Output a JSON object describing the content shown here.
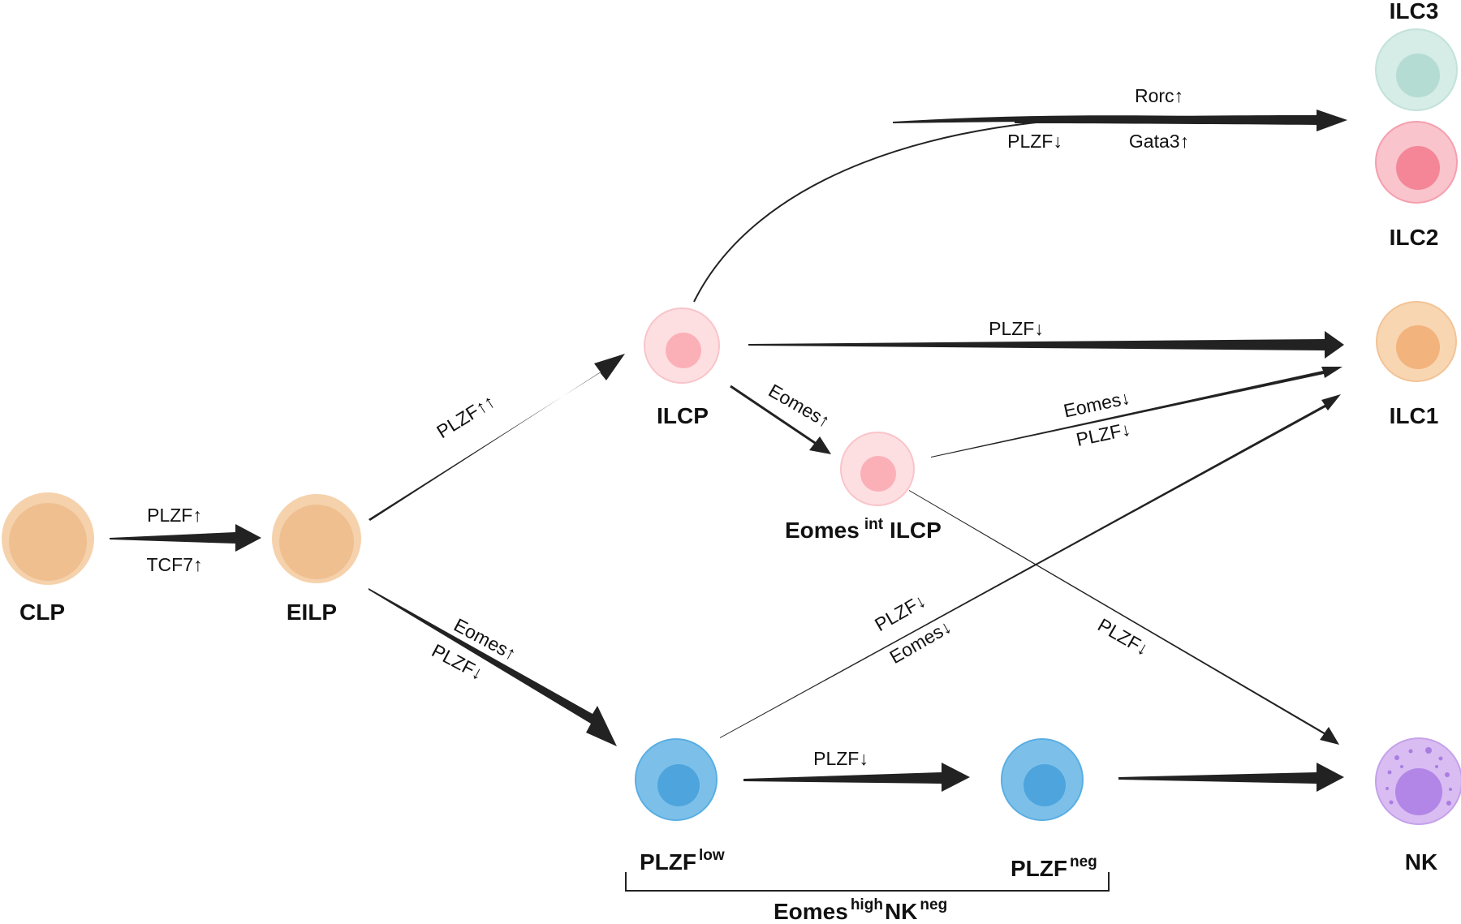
{
  "nodes": {
    "clp": {
      "label": "CLP"
    },
    "eilp": {
      "label": "EILP"
    },
    "ilcp": {
      "label": "ILCP"
    },
    "eomes_int_ilcp": {
      "label_main": "Eomes",
      "label_sup": "int",
      "label_tail": "ILCP"
    },
    "plzf_low": {
      "label_main": "PLZF",
      "label_sup": "low"
    },
    "plzf_neg": {
      "label_main": "PLZF",
      "label_sup": "neg"
    },
    "ilc3": {
      "label": "ILC3"
    },
    "ilc2": {
      "label": "ILC2"
    },
    "ilc1": {
      "label": "ILC1"
    },
    "nk": {
      "label": "NK"
    }
  },
  "group_label": {
    "main": "Eomes",
    "sup1": "high",
    "mid": "NK",
    "sup2": "neg"
  },
  "edge_labels": {
    "clp_eilp_top": "PLZF↑",
    "clp_eilp_bottom": "TCF7↑",
    "eilp_ilcp": "PLZF↑↑",
    "eilp_plzflow_top": "Eomes↑",
    "eilp_plzflow_bottom": "PLZF↓",
    "ilcp_ilc23_top": "Rorc↑",
    "ilcp_ilc23_left": "PLZF↓",
    "ilcp_ilc23_right": "Gata3↑",
    "ilcp_ilc1": "PLZF↓",
    "ilcp_eomesint": "Eomes↑",
    "eomesint_ilc1_top": "Eomes↓",
    "eomesint_ilc1_bottom": "PLZF↓",
    "eomesint_nk": "PLZF↓",
    "plzflow_ilc1_top": "PLZF↓",
    "plzflow_ilc1_bottom": "Eomes↓",
    "plzflow_plzfneg": "PLZF↓"
  },
  "colors": {
    "orange_outer": "#f5d2ac",
    "orange_inner": "#efbf90",
    "pink_outer": "#fdd5d8",
    "pink_inner": "#fbb0b8",
    "blue_outer": "#7cc0ea",
    "blue_inner": "#4ea5dd",
    "teal_outer": "#d6ece6",
    "teal_inner": "#b4dcd3",
    "red_outer": "#f9b8c2",
    "red_inner": "#f48698",
    "peach_outer": "#f8d6b2",
    "peach_inner": "#f2b37c",
    "purple_outer": "#d9bcf2",
    "purple_inner": "#b186e6",
    "arrow": "#222222"
  }
}
